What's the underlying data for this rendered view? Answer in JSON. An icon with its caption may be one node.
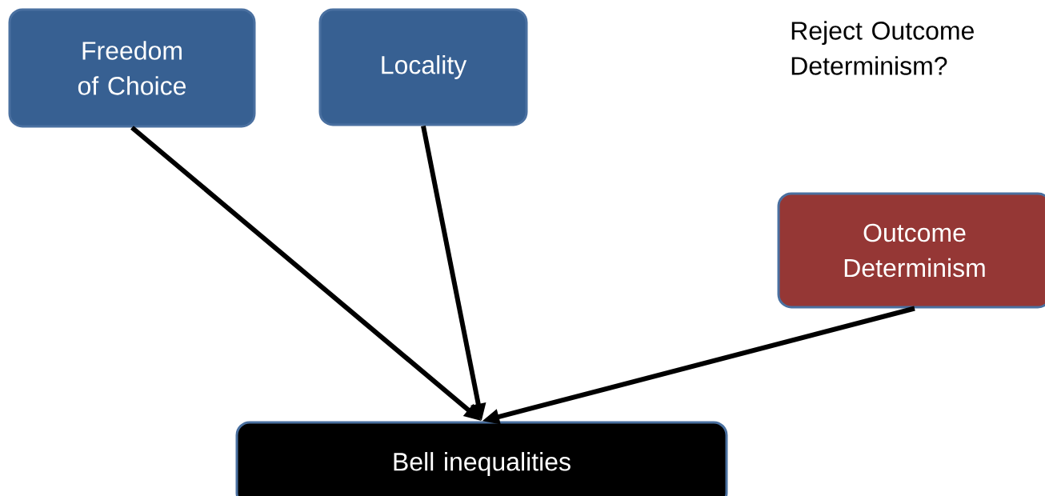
{
  "diagram": {
    "nodes": [
      {
        "text": [
          "Freedom of Choice"
        ]
      },
      {
        "text": [
          "Locality"
        ]
      },
      {
        "text": [
          "Outcome Determinism"
        ]
      },
      {
        "text": [
          "Bell inequalities"
        ]
      }
    ],
    "edges": [
      {
        "from": 0,
        "to": 3,
        "arrow": "to"
      },
      {
        "from": 1,
        "to": 3,
        "arrow": "to"
      },
      {
        "from": 2,
        "to": 3,
        "arrow": "to"
      }
    ],
    "labels": [
      "Reject Outcome Determinism?"
    ]
  }
}
